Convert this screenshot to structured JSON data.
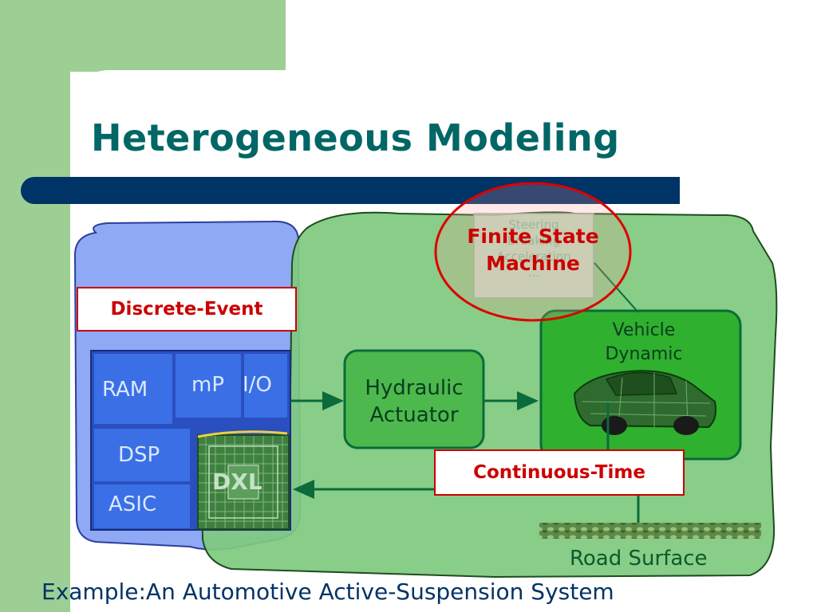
{
  "slide": {
    "title": "Heterogeneous Modeling",
    "footer": "Example:An Automotive Active-Suspension System"
  },
  "domains": {
    "discrete_event": "Discrete-Event",
    "continuous_time": "Continuous-Time",
    "fsm_line1": "Finite State",
    "fsm_line2": "Machine",
    "fsm_faded": [
      "Steering",
      "Breaking",
      "Acceleration",
      "..."
    ]
  },
  "hardware": {
    "ram": "RAM",
    "mp": "mP",
    "io": "I/O",
    "dsp": "DSP",
    "asic": "ASIC",
    "dxl": "DXL"
  },
  "blocks": {
    "hydraulic_line1": "Hydraulic",
    "hydraulic_line2": "Actuator",
    "vehicle_line1": "Vehicle",
    "vehicle_line2": "Dynamic",
    "road": "Road Surface"
  },
  "colors": {
    "title": "#006666",
    "navy_bar": "#003366",
    "accent_red": "#cc0000",
    "discrete_region": "#8fa9f5",
    "continuous_region": "#7fc97f",
    "chip_blue": "#3a6fe6",
    "block_green": "#4db84d"
  }
}
